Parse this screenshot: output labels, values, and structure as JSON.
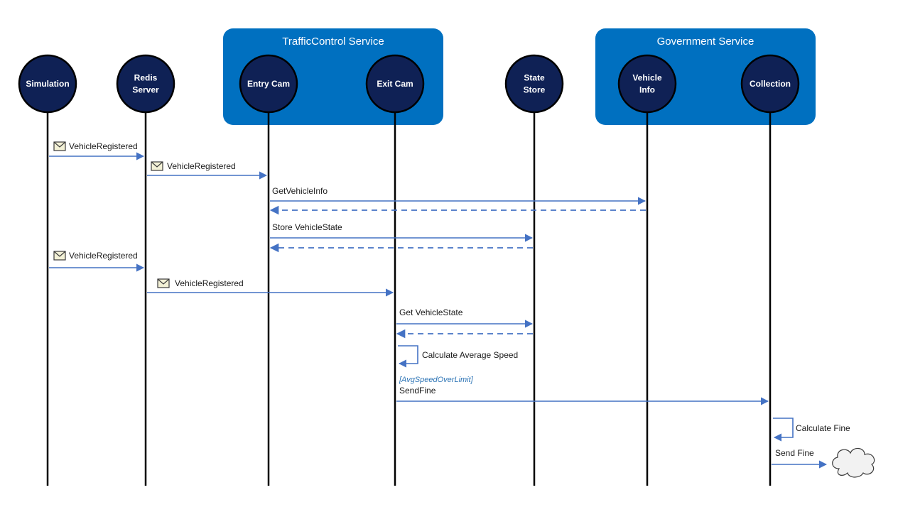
{
  "diagram": {
    "groups": [
      {
        "id": "trafficcontrol",
        "title": "TrafficControl Service"
      },
      {
        "id": "government",
        "title": "Government Service"
      }
    ],
    "actors": [
      {
        "id": "simulation",
        "lines": [
          "Simulation"
        ]
      },
      {
        "id": "redis",
        "lines": [
          "Redis",
          "Server"
        ]
      },
      {
        "id": "entrycam",
        "lines": [
          "Entry Cam"
        ]
      },
      {
        "id": "exitcam",
        "lines": [
          "Exit Cam"
        ]
      },
      {
        "id": "statestore",
        "lines": [
          "State",
          "Store"
        ]
      },
      {
        "id": "vehicleinfo",
        "lines": [
          "Vehicle",
          "Info"
        ]
      },
      {
        "id": "collection",
        "lines": [
          "Collection"
        ]
      }
    ],
    "messages": [
      {
        "from": "simulation",
        "to": "redis",
        "label": "VehicleRegistered",
        "kind": "event"
      },
      {
        "from": "redis",
        "to": "entrycam",
        "label": "VehicleRegistered",
        "kind": "event"
      },
      {
        "from": "entrycam",
        "to": "vehicleinfo",
        "label": "GetVehicleInfo",
        "kind": "call"
      },
      {
        "from": "vehicleinfo",
        "to": "entrycam",
        "label": "",
        "kind": "return"
      },
      {
        "from": "entrycam",
        "to": "statestore",
        "label": "Store VehicleState",
        "kind": "call"
      },
      {
        "from": "statestore",
        "to": "entrycam",
        "label": "",
        "kind": "return"
      },
      {
        "from": "simulation",
        "to": "redis",
        "label": "VehicleRegistered",
        "kind": "event"
      },
      {
        "from": "redis",
        "to": "exitcam",
        "label": "VehicleRegistered",
        "kind": "event"
      },
      {
        "from": "exitcam",
        "to": "statestore",
        "label": "Get VehicleState",
        "kind": "call"
      },
      {
        "from": "statestore",
        "to": "exitcam",
        "label": "",
        "kind": "return"
      },
      {
        "from": "exitcam",
        "to": "exitcam",
        "label": "Calculate Average Speed",
        "kind": "self"
      },
      {
        "from": "exitcam",
        "to": "collection",
        "label": "SendFine",
        "guard": "[AvgSpeedOverLimit]",
        "kind": "call"
      },
      {
        "from": "collection",
        "to": "collection",
        "label": "Calculate Fine",
        "kind": "self"
      },
      {
        "from": "collection",
        "to": "external",
        "label": "Send Fine",
        "kind": "external"
      }
    ],
    "icons": {
      "event": "envelope-icon",
      "external": "cloud-icon"
    },
    "colors": {
      "group_fill": "#0070c0",
      "actor_fill": "#0f2155",
      "arrow": "#4472c4",
      "guard_text": "#2e75b6",
      "lifeline": "#000000"
    }
  }
}
